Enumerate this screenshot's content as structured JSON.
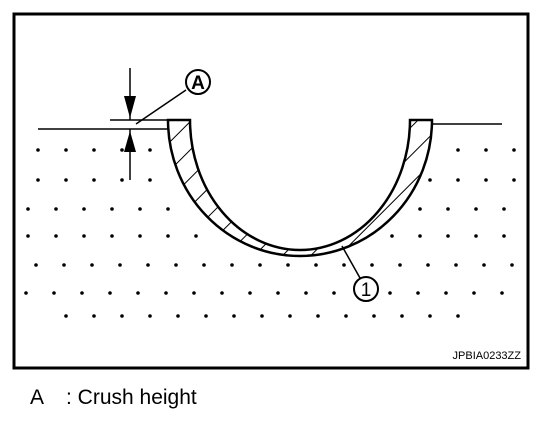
{
  "diagram": {
    "callout_a": "A",
    "callout_1": "1",
    "figure_id": "JPBIA0233ZZ"
  },
  "legend": {
    "key": "A",
    "text": ": Crush height"
  }
}
